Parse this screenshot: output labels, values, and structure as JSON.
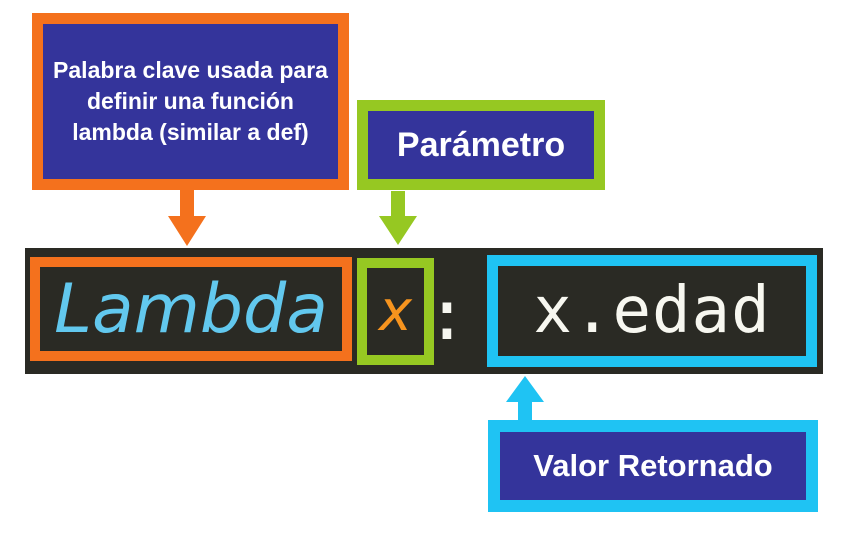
{
  "diagram_title": "lambda-syntax-explainer",
  "annotations": {
    "keyword": {
      "lines": [
        "Palabra clave usada para",
        "definir una función",
        "lambda (similar a def)"
      ]
    },
    "parameter": {
      "label": "Parámetro"
    },
    "returned": {
      "label": "Valor Retornado"
    }
  },
  "code": {
    "keyword": "Lambda",
    "parameter": "x",
    "separator": ":",
    "return_expression": "x.edad"
  },
  "colors": {
    "orange": "#F4711D",
    "green": "#96C822",
    "cyan": "#1FC3F3",
    "navy": "#34349B",
    "code_background": "#2A2A24",
    "lambda_text": "#62C8EE",
    "parameter_text": "#F7941E",
    "code_text": "#F7F7F0",
    "label_text": "#FFFFFF",
    "page_background": "#FFFFFF"
  }
}
